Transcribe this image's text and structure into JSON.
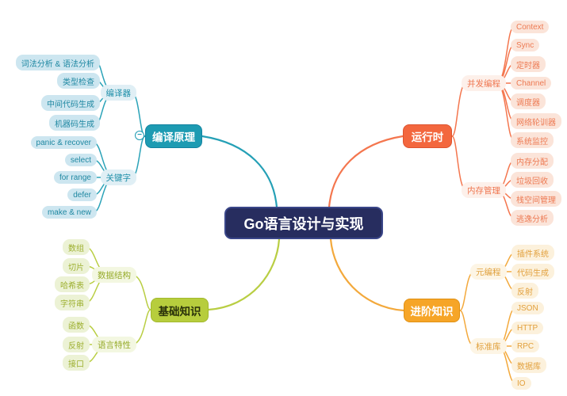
{
  "root": {
    "label": "Go语言设计与实现"
  },
  "collapse_glyph": "−",
  "colors": {
    "root_bg": "#272D5F",
    "teal": "#1D9BB2",
    "orange": "#F3673E",
    "green": "#B7CD3D",
    "amber": "#F6A527"
  },
  "branches": {
    "compile": {
      "label": "编译原理",
      "groups": [
        {
          "label": "编译器",
          "leaves": [
            "词法分析 & 语法分析",
            "类型检查",
            "中间代码生成",
            "机器码生成"
          ]
        },
        {
          "label": "关键字",
          "leaves": [
            "panic & recover",
            "select",
            "for range",
            "defer",
            "make & new"
          ]
        }
      ]
    },
    "runtime": {
      "label": "运行时",
      "groups": [
        {
          "label": "并发编程",
          "leaves": [
            "Context",
            "Sync",
            "定时器",
            "Channel",
            "调度器",
            "网络轮训器",
            "系统监控"
          ]
        },
        {
          "label": "内存管理",
          "leaves": [
            "内存分配",
            "垃圾回收",
            "栈空间管理",
            "逃逸分析"
          ]
        }
      ]
    },
    "basics": {
      "label": "基础知识",
      "groups": [
        {
          "label": "数据结构",
          "leaves": [
            "数组",
            "切片",
            "哈希表",
            "字符串"
          ]
        },
        {
          "label": "语言特性",
          "leaves": [
            "函数",
            "反射",
            "接口"
          ]
        }
      ]
    },
    "advanced": {
      "label": "进阶知识",
      "groups": [
        {
          "label": "元编程",
          "leaves": [
            "插件系统",
            "代码生成",
            "反射"
          ]
        },
        {
          "label": "标准库",
          "leaves": [
            "JSON",
            "HTTP",
            "RPC",
            "数据库",
            "IO"
          ]
        }
      ]
    }
  }
}
